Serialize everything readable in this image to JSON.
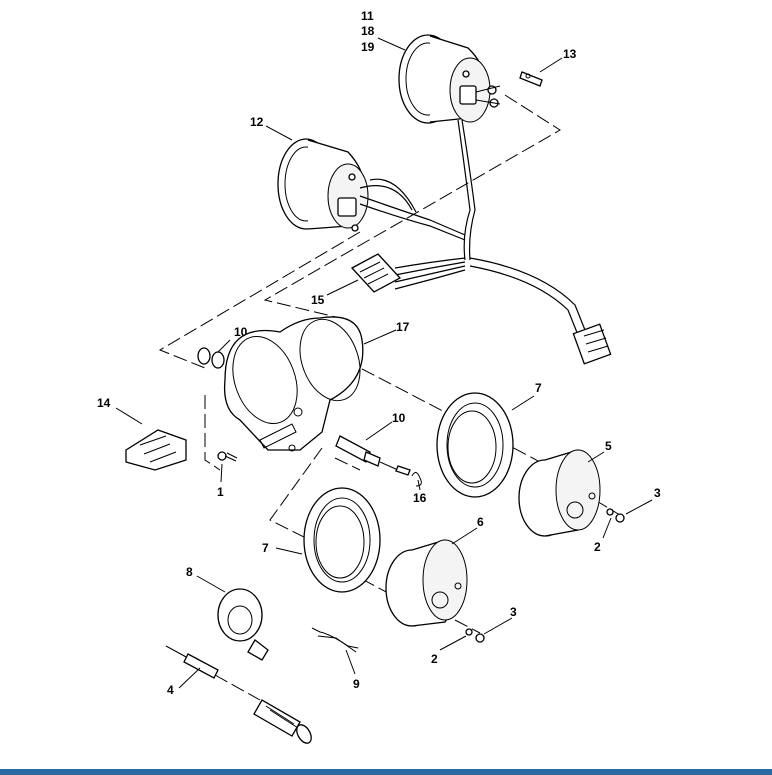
{
  "callouts": [
    {
      "id": "c11",
      "text": "11"
    },
    {
      "id": "c18",
      "text": "18"
    },
    {
      "id": "c19",
      "text": "19"
    },
    {
      "id": "c13",
      "text": "13"
    },
    {
      "id": "c12",
      "text": "12"
    },
    {
      "id": "c15",
      "text": "15"
    },
    {
      "id": "c10a",
      "text": "10"
    },
    {
      "id": "c17",
      "text": "17"
    },
    {
      "id": "c14",
      "text": "14"
    },
    {
      "id": "c10b",
      "text": "10"
    },
    {
      "id": "c7a",
      "text": "7"
    },
    {
      "id": "c1",
      "text": "1"
    },
    {
      "id": "c16",
      "text": "16"
    },
    {
      "id": "c5",
      "text": "5"
    },
    {
      "id": "c3a",
      "text": "3"
    },
    {
      "id": "c2a",
      "text": "2"
    },
    {
      "id": "c6",
      "text": "6"
    },
    {
      "id": "c7b",
      "text": "7"
    },
    {
      "id": "c8",
      "text": "8"
    },
    {
      "id": "c3b",
      "text": "3"
    },
    {
      "id": "c2b",
      "text": "2"
    },
    {
      "id": "c9",
      "text": "9"
    },
    {
      "id": "c4",
      "text": "4"
    }
  ],
  "colors": {
    "footer_bar": "#2a6aa3"
  }
}
